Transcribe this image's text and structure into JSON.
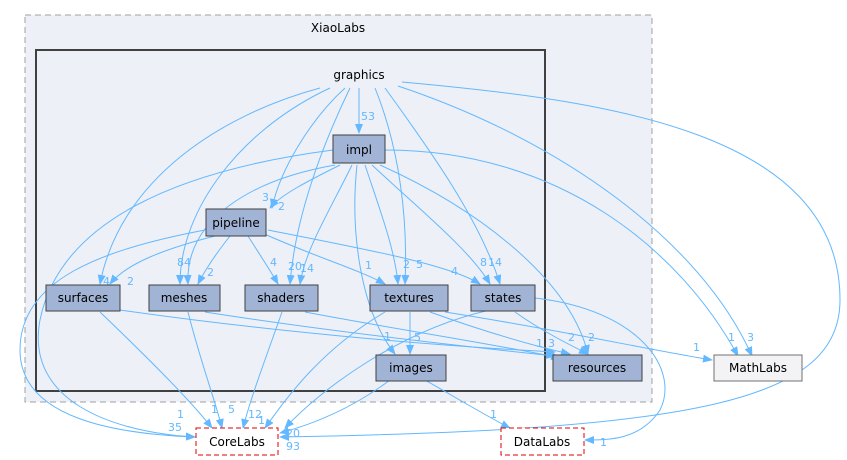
{
  "clusters": {
    "outer": {
      "label": "XiaoLabs"
    },
    "inner": {
      "label": "graphics"
    }
  },
  "nodes": {
    "impl": "impl",
    "pipeline": "pipeline",
    "surfaces": "surfaces",
    "meshes": "meshes",
    "shaders": "shaders",
    "textures": "textures",
    "states": "states",
    "images": "images",
    "resources": "resources",
    "mathlabs": "MathLabs",
    "corelabs": "CoreLabs",
    "datalabs": "DataLabs"
  },
  "edge_labels": {
    "g_impl": "53",
    "g_pipeline": "3",
    "impl_pipeline": "2",
    "g_surfaces": "4",
    "pipe_surfaces": "2",
    "g_meshes": "8",
    "impl_meshes": "4",
    "pipe_meshes": "2",
    "pipe_shaders": "4",
    "impl_shaders": "20",
    "g_shaders": "14",
    "pipe_textures": "1",
    "impl_textures": "2",
    "g_textures": "5",
    "pipe_states": "4",
    "impl_states": "8",
    "g_states": "14",
    "impl_images": "1",
    "tex_images": "5",
    "surf_res": "3",
    "tex_res": "2",
    "impl_res": "2",
    "mesh_res": "1",
    "tex_math": "1",
    "impl_math": "1",
    "g_math": "3",
    "g_core_a": "1",
    "g_core_b": "35",
    "surf_core": "1",
    "mesh_core": "5",
    "shad_core": "12",
    "img_core": "1",
    "tex_core": "20",
    "g_core_c": "93",
    "img_data": "1",
    "states_data": "1"
  },
  "colors": {
    "edge": "#63b8ff",
    "node_fill": "#a2b4d6",
    "outer_cluster_fill": "#edf0f7",
    "outer_cluster_stroke": "#a0a0a0",
    "inner_cluster_stroke": "#404040",
    "mathlabs_fill": "#f3f3f6",
    "external_stroke": "#e00000"
  }
}
